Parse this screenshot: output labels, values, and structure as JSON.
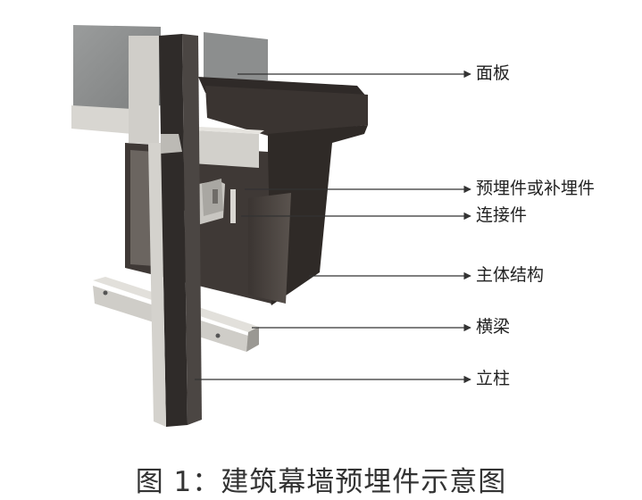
{
  "labels": {
    "panel": "面板",
    "embedded_part": "预埋件或补埋件",
    "connector": "连接件",
    "main_structure": "主体结构",
    "transom": "横梁",
    "mullion": "立柱"
  },
  "caption": "图 1：建筑幕墙预埋件示意图",
  "colors": {
    "glass": "#8d8f8f",
    "frame": "#c9c7c2",
    "dark_member": "#2f2b29",
    "concrete_top": "#3a3533",
    "concrete_front": "#4d4743",
    "leader_line": "#333333"
  }
}
